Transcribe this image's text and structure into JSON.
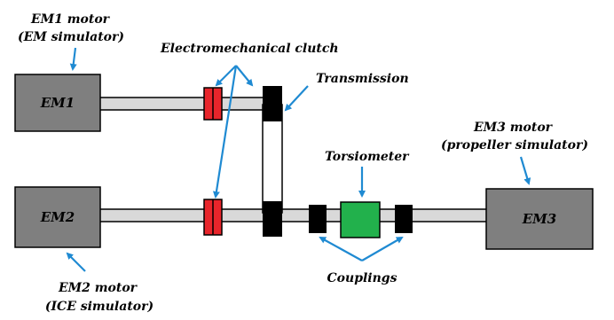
{
  "labels": {
    "em1_motor_line1": "EM1 motor",
    "em1_motor_line2": "(EM simulator)",
    "clutch": "Electromechanical clutch",
    "transmission": "Transmission",
    "torsiometer": "Torsiometer",
    "em3_motor_line1": "EM3 motor",
    "em3_motor_line2": "(propeller simulator)",
    "couplings": "Couplings",
    "em2_motor_line1": "EM2 motor",
    "em2_motor_line2": "(ICE simulator)"
  },
  "blocks": {
    "em1": "EM1",
    "em2": "EM2",
    "em3": "EM3"
  },
  "colors": {
    "motor_fill": "#7f7f7f",
    "shaft_fill": "#d9d9d9",
    "clutch_fill": "#e8252b",
    "torsiometer_fill": "#22b14c",
    "coupling_fill": "#000000",
    "arrow": "#1f8ad2"
  }
}
